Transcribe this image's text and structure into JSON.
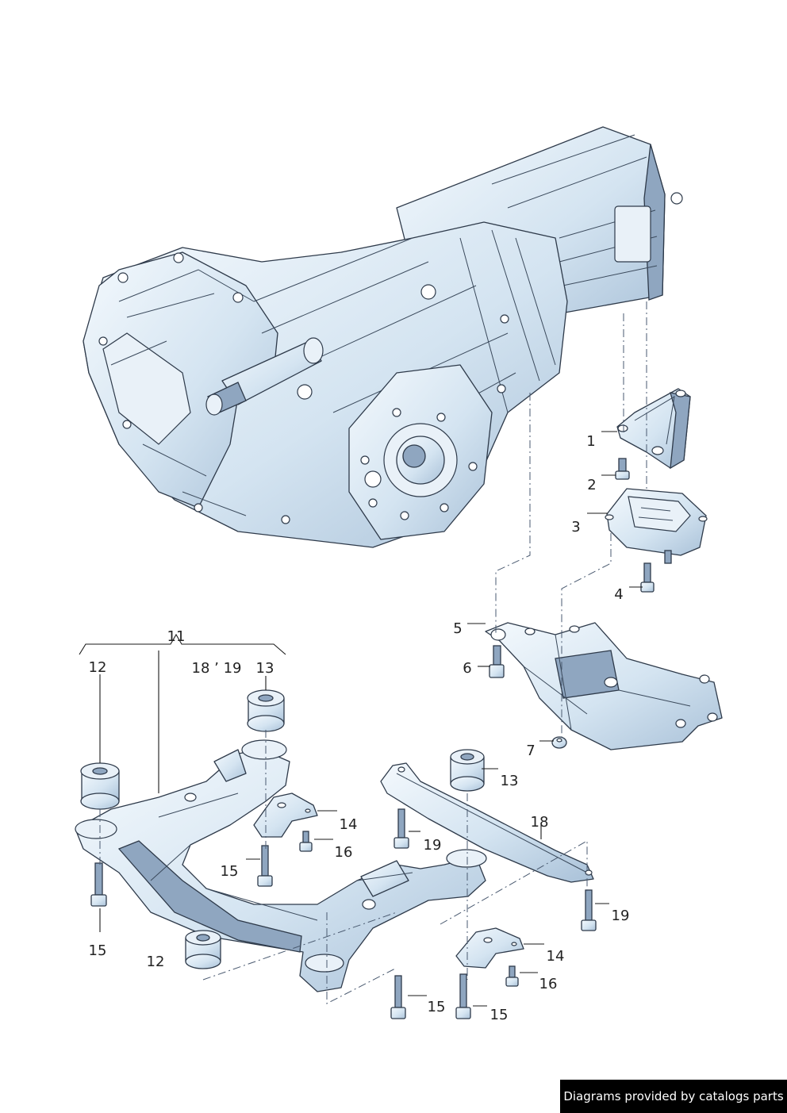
{
  "callouts": {
    "c1": "1",
    "c2": "2",
    "c3": "3",
    "c4": "4",
    "c5": "5",
    "c6": "6",
    "c7": "7",
    "c11": "11",
    "c12a": "12",
    "c12b": "12",
    "c13a": "13",
    "c13b": "13",
    "c14a": "14",
    "c14b": "14",
    "c15a": "15",
    "c15b": "15",
    "c15c": "15",
    "c15d": "15",
    "c16a": "16",
    "c16b": "16",
    "c18a": "18",
    "c18b": "18 ’ 19",
    "c19a": "19",
    "c19b": "19"
  },
  "footer": {
    "text": "Diagrams provided by catalogs parts"
  },
  "colors": {
    "metal": "#d6e6f3",
    "metal_dark": "#8fa6c0",
    "outline": "#2e3a4a"
  }
}
